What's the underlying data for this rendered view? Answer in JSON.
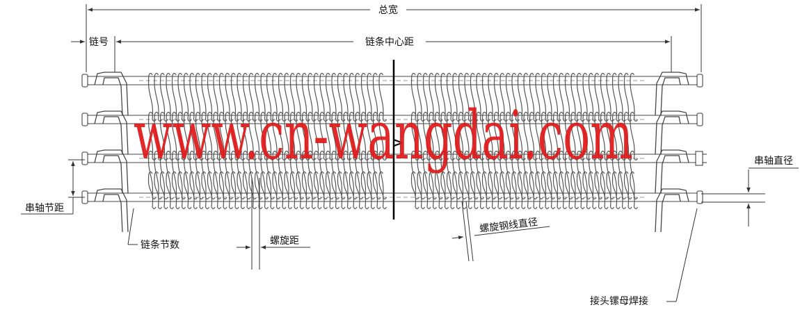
{
  "labels": {
    "total_width": "总宽",
    "chain_no": "链号",
    "chain_center_distance": "链条中心距",
    "cross_rod_diameter": "串轴直径",
    "cross_rod_pitch": "串轴节距",
    "chain_links": "链条节数",
    "spiral_pitch": "螺旋距",
    "spiral_wire_diameter": "螺旋钢线直径",
    "nut_welding": "接头镙母焊接"
  },
  "watermark": "www.cn-wangdai.com",
  "break_mark": ">",
  "colors": {
    "line": "#333333",
    "watermark": "#e01919"
  }
}
